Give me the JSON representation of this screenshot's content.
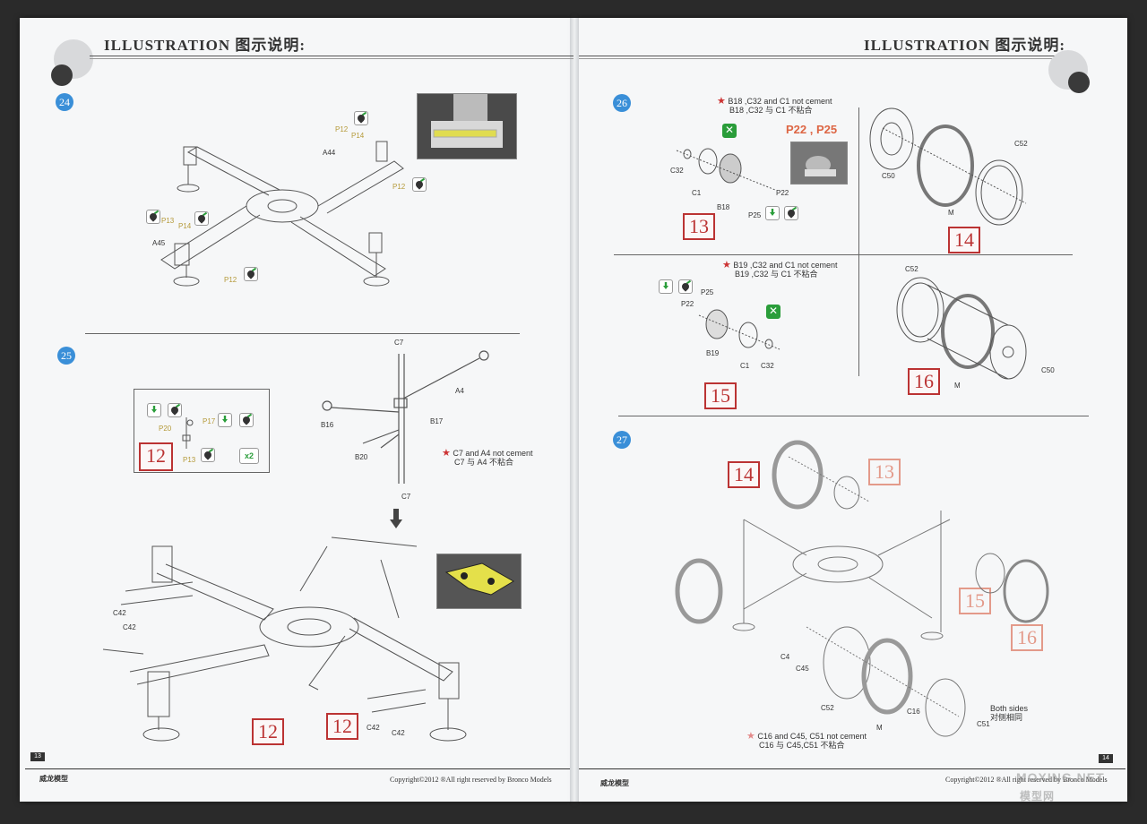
{
  "header": {
    "title_en": "ILLUSTRATION",
    "title_cn": "图示说明:"
  },
  "steps": {
    "s24": "24",
    "s25": "25",
    "s26": "26",
    "s27": "27"
  },
  "step24": {
    "parts": [
      "P12",
      "P14",
      "A44",
      "P12",
      "P13",
      "P14",
      "A45",
      "P12"
    ]
  },
  "step25": {
    "sub_box": "12",
    "sub_parts": [
      "P20",
      "P17",
      "P13"
    ],
    "x2": "x2",
    "parts": [
      "C7",
      "A4",
      "B17",
      "B16",
      "B20",
      "C7"
    ],
    "note_en": "C7 and A4 not cement",
    "note_cn": "C7 与 A4 不粘合",
    "boxes": [
      "12",
      "12"
    ],
    "c42": [
      "C42",
      "C42",
      "C42",
      "C42"
    ]
  },
  "step26": {
    "note1_en": "B18 ,C32 and C1 not cement",
    "note1_cn": "B18 ,C32 与 C1 不粘合",
    "p_badge": "P22 , P25",
    "sub13_parts": [
      "C32",
      "C1",
      "B18",
      "P22",
      "P25"
    ],
    "box13": "13",
    "sub14_parts": [
      "C50",
      "C52",
      "M"
    ],
    "box14": "14",
    "note2_en": "B19 ,C32 and C1 not cement",
    "note2_cn": "B19 ,C32 与 C1 不粘合",
    "sub15_parts": [
      "P25",
      "P22",
      "B19",
      "C1",
      "C32"
    ],
    "box15": "15",
    "sub16_parts": [
      "C52",
      "C50",
      "M"
    ],
    "box16": "16"
  },
  "step27": {
    "boxes": [
      "14",
      "13",
      "15",
      "16"
    ],
    "parts": [
      "C4",
      "C45",
      "C52",
      "M",
      "C16",
      "C51"
    ],
    "both_en": "Both sides",
    "both_cn": "对侧相同",
    "note_en": "C16 and C45, C51 not cement",
    "note_cn": "C16 与 C45,C51 不粘合"
  },
  "footer": {
    "left_num": "13",
    "right_num": "14",
    "brand": "威龙模型",
    "copyright": "Copyright©2012  ®All right reserved by Bronco Models"
  },
  "watermark": {
    "site": "MOXING.NET",
    "cn": "模型网"
  }
}
